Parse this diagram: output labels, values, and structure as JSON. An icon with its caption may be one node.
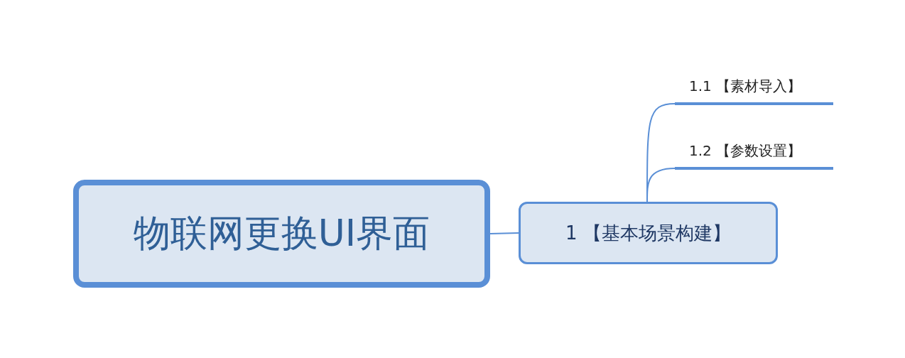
{
  "diagram": {
    "nodes": [
      {
        "text": [
          "物联网更换UI界面"
        ]
      },
      {
        "text": [
          "1 【基本场景构建】"
        ]
      },
      {
        "text": [
          "1.1 【素材导入】"
        ]
      },
      {
        "text": [
          "1.2 【参数设置】"
        ]
      }
    ],
    "edges": [
      {
        "from": 0,
        "to": 1,
        "arrow": "none"
      },
      {
        "from": 1,
        "to": 2,
        "arrow": "none"
      },
      {
        "from": 1,
        "to": 3,
        "arrow": "none"
      }
    ]
  }
}
